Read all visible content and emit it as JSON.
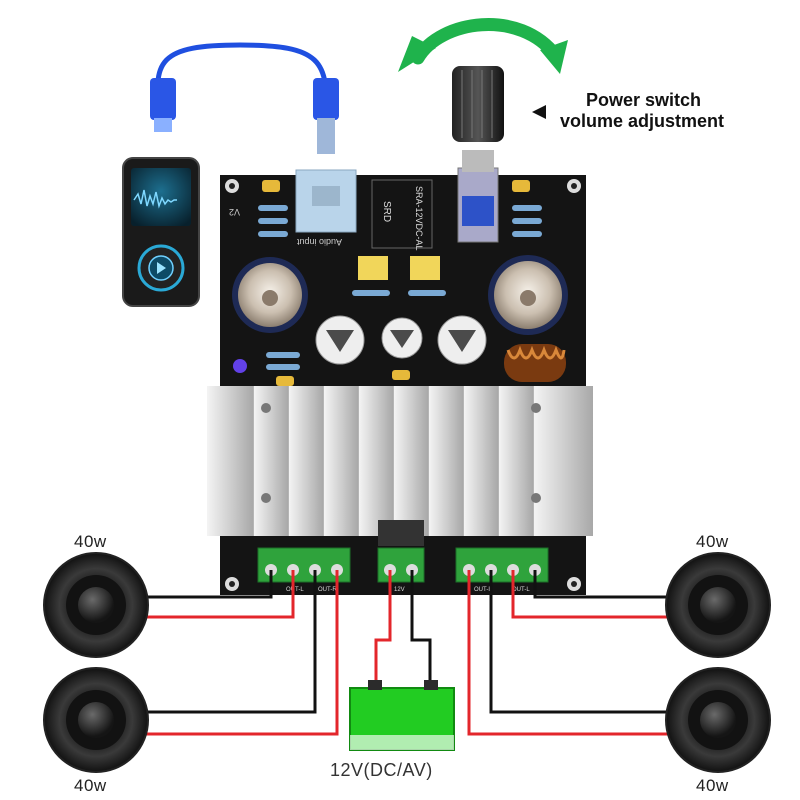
{
  "annotations": {
    "power_switch": "Power switch",
    "volume_adjustment": "volume adjustment"
  },
  "speakers": {
    "top_left_power": "40w",
    "bottom_left_power": "40w",
    "top_right_power": "40w",
    "bottom_right_power": "40w"
  },
  "power_supply": {
    "label": "12V(DC/AV)"
  },
  "board": {
    "version": "V2",
    "input_label": "Audio input",
    "relay_model": "SRA-12VDC-AL",
    "relay_brand": "SRD",
    "output_labels": [
      "OUT-L",
      "OUT-R",
      "12V",
      "OUT-R",
      "OUT-L"
    ]
  },
  "colors": {
    "pcb": "#141414",
    "heatsink": "#dcdcdc",
    "terminal_green": "#2fa33c",
    "psu_green": "#22cc22",
    "arrow_green": "#1fb34c",
    "wire_red": "#e3262b",
    "wire_black": "#111111",
    "usb_blue": "#1f4fe0"
  },
  "icons": [
    "curved-arrow-icon",
    "pointer-triangle-icon",
    "speaker-icon",
    "music-player-icon",
    "play-icon"
  ]
}
